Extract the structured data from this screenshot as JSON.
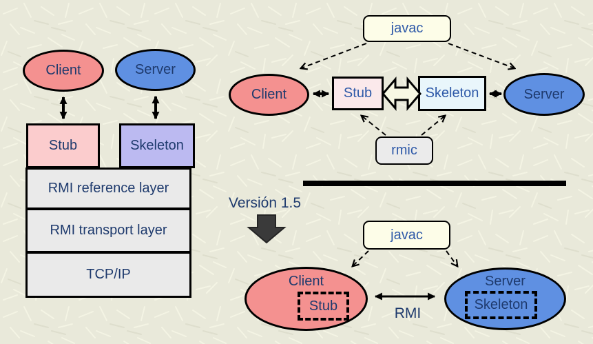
{
  "colors": {
    "background": "#e9e9da",
    "client_fill": "#f49190",
    "server_fill": "#5f90e2",
    "stub_left_fill": "#fbcccd",
    "skeleton_left_fill": "#bcbaf1",
    "stub_top_fill": "#fbe9eb",
    "skeleton_top_fill": "#e9f6fb",
    "layer_fill": "#eaeaea",
    "javac_fill": "#fdfde8",
    "rmic_fill": "#ebebeb",
    "hollow_arrow_fill": "#f7f7e3",
    "navy_text": "#1e3a6d",
    "blue_text": "#2e59a8"
  },
  "left_diagram": {
    "client_label": "Client",
    "server_label": "Server",
    "stub_label": "Stub",
    "skeleton_label": "Skeleton",
    "layers": [
      "RMI reference layer",
      "RMI transport layer",
      "TCP/IP"
    ]
  },
  "top_diagram": {
    "javac_label": "javac",
    "client_label": "Client",
    "stub_label": "Stub",
    "skeleton_label": "Skeleton",
    "server_label": "Server",
    "rmic_label": "rmic"
  },
  "bottom_diagram": {
    "version_label": "Versión 1.5",
    "javac_label": "javac",
    "client_label": "Client",
    "stub_label": "Stub",
    "server_label": "Server",
    "skeleton_label": "Skeleton",
    "rmi_label": "RMI"
  }
}
